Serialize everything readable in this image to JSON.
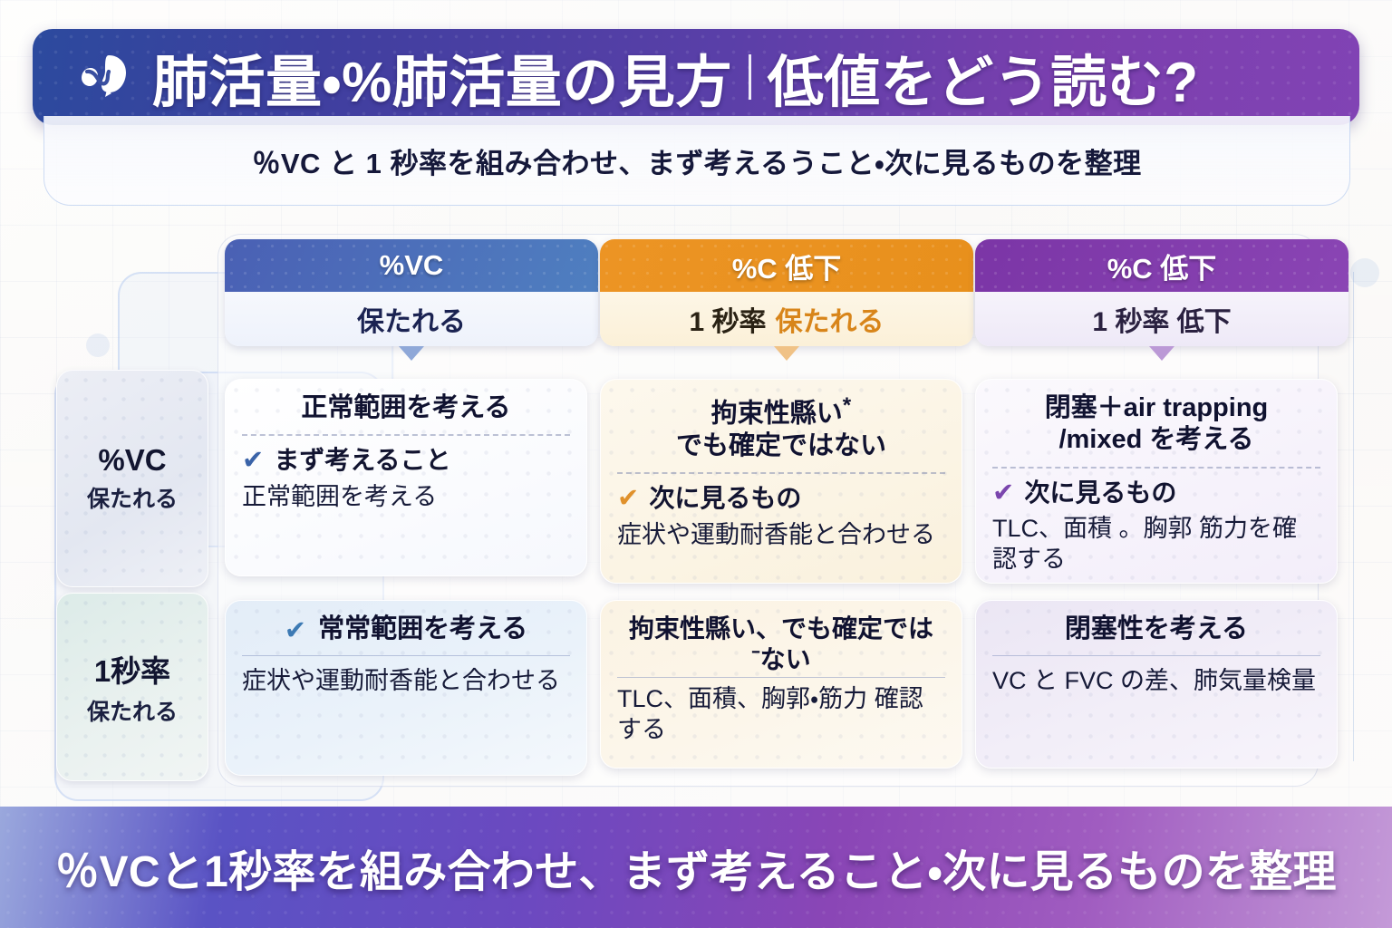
{
  "header": {
    "icon": "lung-icon",
    "title_main": "肺活量・%肺活量の見方",
    "title_separator": "|",
    "title_sub": "低値をどう読む?",
    "gradient_from": "#2c4a9e",
    "gradient_to": "#8143b4"
  },
  "subtitle": {
    "text": "％VC と 1 秒率を組み合わせ、まず考えるうこと・次に見るものを整理"
  },
  "matrix": {
    "columns": [
      {
        "id": "col-vc-preserved",
        "top_label": "%VC",
        "bottom_label": "保たれる",
        "bottom_accent": "",
        "accent_color": "#4a60b4"
      },
      {
        "id": "col-c-low-rate-preserved",
        "top_label": "%C 低下",
        "bottom_label": "1 秒率",
        "bottom_accent": "保たれる",
        "accent_color": "#ec9424"
      },
      {
        "id": "col-c-low-rate-low",
        "top_label": "%C 低下",
        "bottom_label": "1 秒率 低下",
        "bottom_accent": "",
        "accent_color": "#7b35a6"
      }
    ],
    "rows": [
      {
        "id": "row-vc-preserved",
        "main": "%VC",
        "sub": "保たれる"
      },
      {
        "id": "row-rate-preserved",
        "main": "1秒率",
        "sub": "保たれる"
      }
    ],
    "cells": {
      "r0c0": {
        "title": "正常範囲を考える",
        "check": "✔",
        "lede": "まず考えること",
        "body": "正常範囲を考える"
      },
      "r0c1": {
        "title_line1": "拘束性縣い",
        "title_mark": "*",
        "title_line2": "でも確定ではない",
        "check": "✔",
        "lede": "次に見るもの",
        "body": "症状や運動耐香能と合わせる"
      },
      "r0c2": {
        "title_line1": "閉塞＋air trapping",
        "title_line2": "/mixed を考える",
        "check": "✔",
        "lede": "次に見るもの",
        "body": "TLC、面積 。胸郭 筋力を確認する"
      },
      "r1c0": {
        "check": "✔",
        "title": "常常範囲を考える",
        "body": "症状や運動耐香能と合わせる"
      },
      "r1c1": {
        "title_line1": "拘束性縣い、でも確定では",
        "title_line2": "ˉない",
        "body": "TLC、面積、胸郭・筋力 確認する"
      },
      "r1c2": {
        "title": "閉塞性を考える",
        "body": "VC と FVC の差、肺気量検量"
      }
    }
  },
  "footer": {
    "text": "％VCと1秒率を組み合わせ、まず考えること・次に見るものを整理"
  }
}
